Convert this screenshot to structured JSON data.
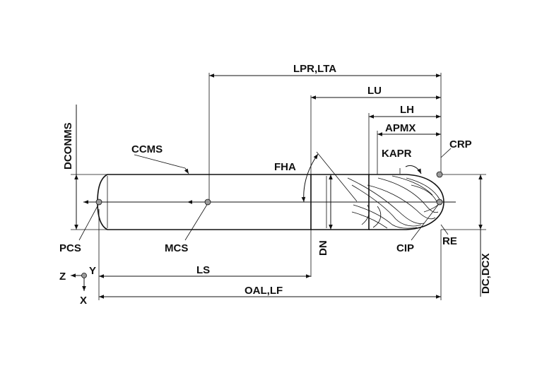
{
  "colors": {
    "ink": "#111111",
    "background": "#ffffff",
    "point": "#9a9a9a"
  },
  "labels": {
    "lpr_lta": "LPR,LTA",
    "lu": "LU",
    "lh": "LH",
    "apmx": "APMX",
    "crp": "CRP",
    "kapr": "KAPR",
    "ccms": "CCMS",
    "fha": "FHA",
    "dconms": "DCONMS",
    "pcs": "PCS",
    "mcs": "MCS",
    "dn": "DN",
    "cip": "CIP",
    "re": "RE",
    "ls": "LS",
    "oal_lf": "OAL,LF",
    "dc_dcx": "DC,DCX",
    "axis_z": "Z",
    "axis_y": "Y",
    "axis_x": "X"
  }
}
